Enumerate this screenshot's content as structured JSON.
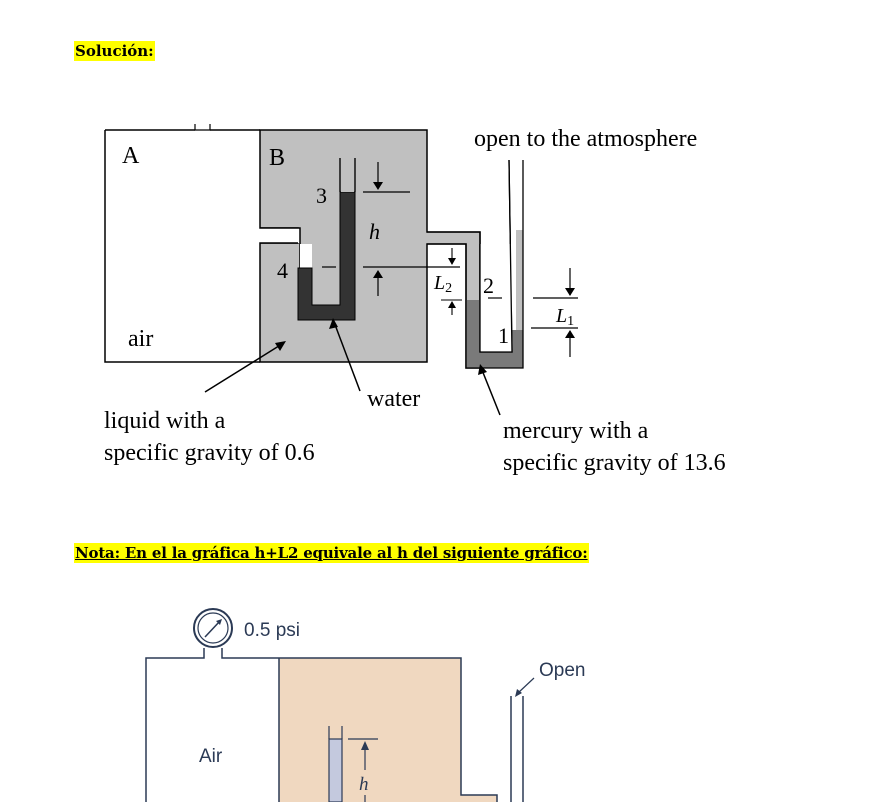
{
  "document": {
    "heading": "Solución:",
    "note": "Nota: En el la gráfica h+L2 equivale al h del siguiente gráfico:"
  },
  "figure1": {
    "tank_a_label": "A",
    "tank_b_label": "B",
    "air_label": "air",
    "point_labels": {
      "p1": "1",
      "p2": "2",
      "p3": "3",
      "p4": "4"
    },
    "dim_h": "h",
    "dim_l1": "L",
    "dim_l1_sub": "1",
    "dim_l2": "L",
    "dim_l2_sub": "2",
    "open_label": "open to the atmosphere",
    "water_label": "water",
    "liquid_label_line1": "liquid with a",
    "liquid_label_line2": "specific gravity of 0.6",
    "mercury_label_line1": "mercury with a",
    "mercury_label_line2": "specific gravity of 13.6",
    "colors": {
      "liquid": "#c0c0c0",
      "water": "#333333",
      "mercury": "#7a7a7a",
      "outline": "#000000"
    }
  },
  "figure2": {
    "gauge_reading": "0.5 psi",
    "air_label": "Air",
    "open_label": "Open",
    "dim_h": "h",
    "colors": {
      "liquid": "#f0d8c0",
      "tube_fluid": "#c4c9de",
      "outline": "#2b3a55"
    }
  }
}
